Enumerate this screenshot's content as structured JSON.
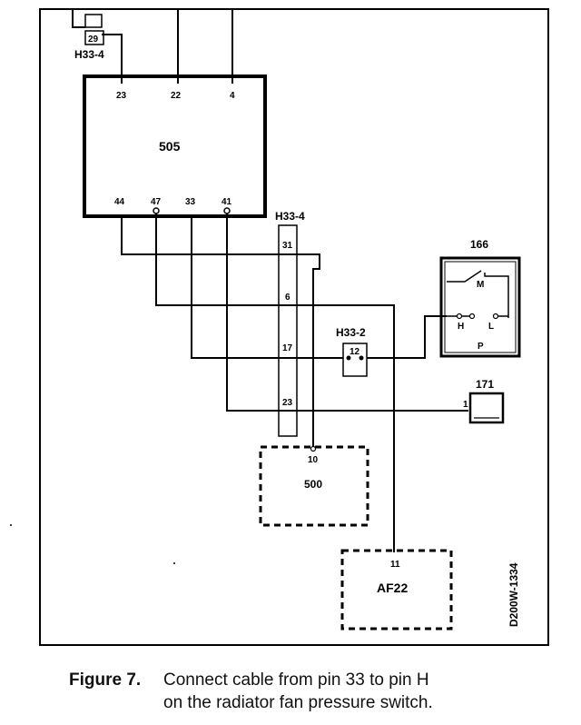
{
  "components": {
    "ecu": {
      "label": "505",
      "pins": [
        "23",
        "22",
        "4",
        "44",
        "47",
        "33",
        "41"
      ]
    },
    "connector_top": {
      "label": "H33-4",
      "pin": "29"
    },
    "connector_main": {
      "label": "H33-4",
      "pins": [
        "31",
        "6",
        "17",
        "23"
      ]
    },
    "connector_small": {
      "label": "H33-2",
      "pin": "12"
    },
    "pressure_switch": {
      "label": "166",
      "contacts": [
        "M",
        "H",
        "L"
      ],
      "code": "P"
    },
    "sensor": {
      "label": "171",
      "pin": "1"
    },
    "module_500": {
      "label": "500",
      "pin": "10"
    },
    "module_af22": {
      "label": "AF22",
      "pin": "11"
    }
  },
  "drawing_code": "D200W-1334",
  "caption": {
    "figure": "Figure 7.",
    "text_line1": "Connect cable from pin 33 to pin H",
    "text_line2": "on the radiator fan pressure switch."
  }
}
